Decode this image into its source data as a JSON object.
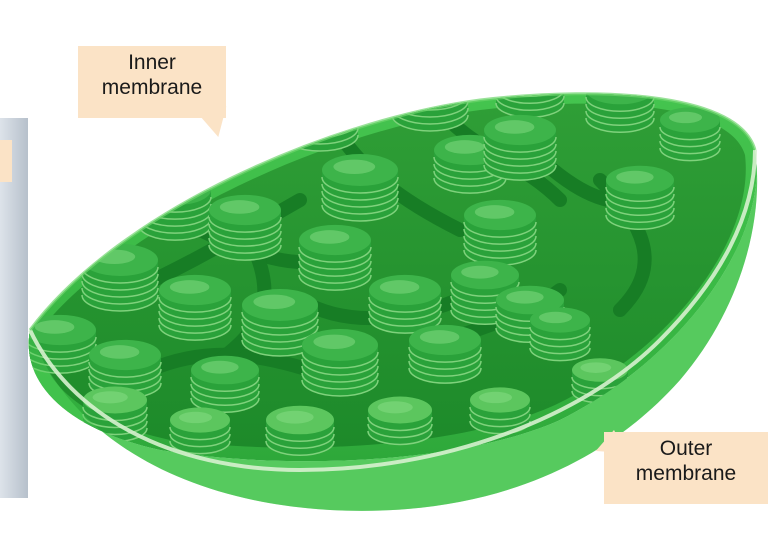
{
  "labels": {
    "inner": {
      "line1": "Inner",
      "line2": "membrane"
    },
    "outer": {
      "line1": "Outer",
      "line2": "membrane"
    }
  },
  "colors": {
    "shell": "#3fbf4a",
    "shell_dark": "#1e8a2c",
    "rim": "#c9ecc4",
    "granum": "#2aa23a",
    "granum_light": "#7fd27c",
    "stroma": "#167a26",
    "callout": "#fbe3c6",
    "left_panel": "#c9d2da"
  }
}
